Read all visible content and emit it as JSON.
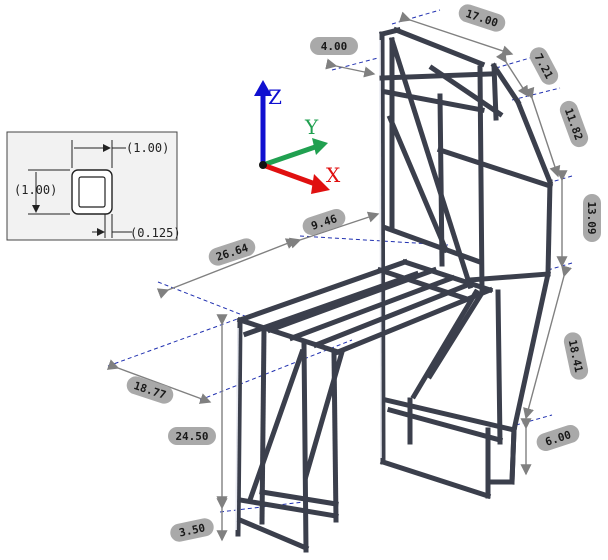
{
  "inset": {
    "label_width": "(1.00)",
    "label_height": "(1.00)",
    "label_wall": "(0.125)"
  },
  "axes": {
    "z": {
      "label": "Z",
      "color": "#1010d0"
    },
    "y": {
      "label": "Y",
      "color": "#20a050"
    },
    "x": {
      "label": "X",
      "color": "#e01010"
    }
  },
  "dimensions": [
    {
      "key": "d17",
      "text": "17.00"
    },
    {
      "key": "d4",
      "text": "4.00"
    },
    {
      "key": "d721",
      "text": "7.21"
    },
    {
      "key": "d1182",
      "text": "11.82"
    },
    {
      "key": "d1309",
      "text": "13.09"
    },
    {
      "key": "d946",
      "text": "9.46"
    },
    {
      "key": "d2664",
      "text": "26.64"
    },
    {
      "key": "d1841",
      "text": "18.41"
    },
    {
      "key": "d1877",
      "text": "18.77"
    },
    {
      "key": "d2450",
      "text": "24.50"
    },
    {
      "key": "d600",
      "text": "6.00"
    },
    {
      "key": "d350",
      "text": "3.50"
    }
  ],
  "colors": {
    "frame": "#3b3f4c",
    "frame_fill": "#c9ccd8",
    "extension_line": "#2030b0",
    "dimension_line": "#808080",
    "label_pill": "#a9a9a9"
  }
}
